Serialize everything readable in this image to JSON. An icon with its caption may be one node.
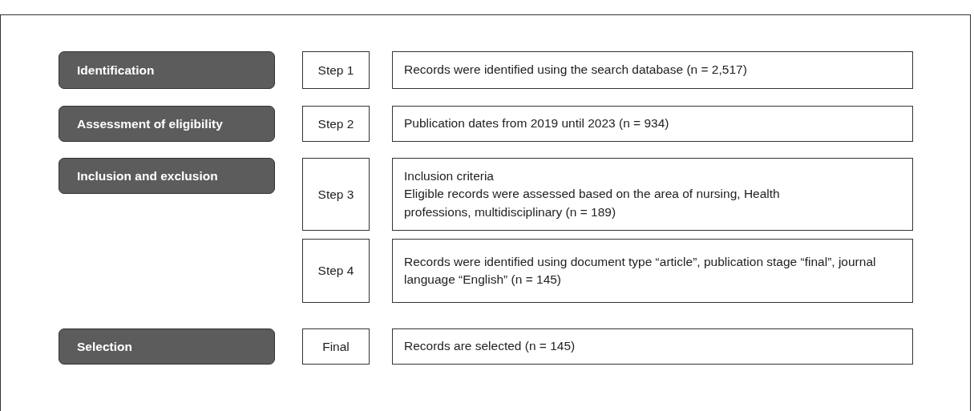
{
  "diagram": {
    "nodes": [
      {
        "text": [
          "Identification"
        ]
      },
      {
        "text": [
          "Step 1"
        ]
      },
      {
        "text": [
          "Records were identified using the search database (n = 2,517)"
        ]
      },
      {
        "text": [
          "Assessment of eligibility"
        ]
      },
      {
        "text": [
          "Step 2"
        ]
      },
      {
        "text": [
          "Publication dates from 2019 until 2023 (n = 934)"
        ]
      },
      {
        "text": [
          "Inclusion and exclusion"
        ]
      },
      {
        "text": [
          "Step 3"
        ]
      },
      {
        "text": [
          "Inclusion criteria",
          "Eligible records were assessed based on the area of nursing, Health professions, multidisciplinary (n = 189)"
        ]
      },
      {
        "text": [
          "Step 4"
        ]
      },
      {
        "text": [
          "Records were identified using document type “article”, publication stage “final”, journal language “English” (n = 145)"
        ]
      },
      {
        "text": [
          "Selection"
        ]
      },
      {
        "text": [
          "Final"
        ]
      },
      {
        "text": [
          "Records are selected (n = 145)"
        ]
      }
    ]
  }
}
